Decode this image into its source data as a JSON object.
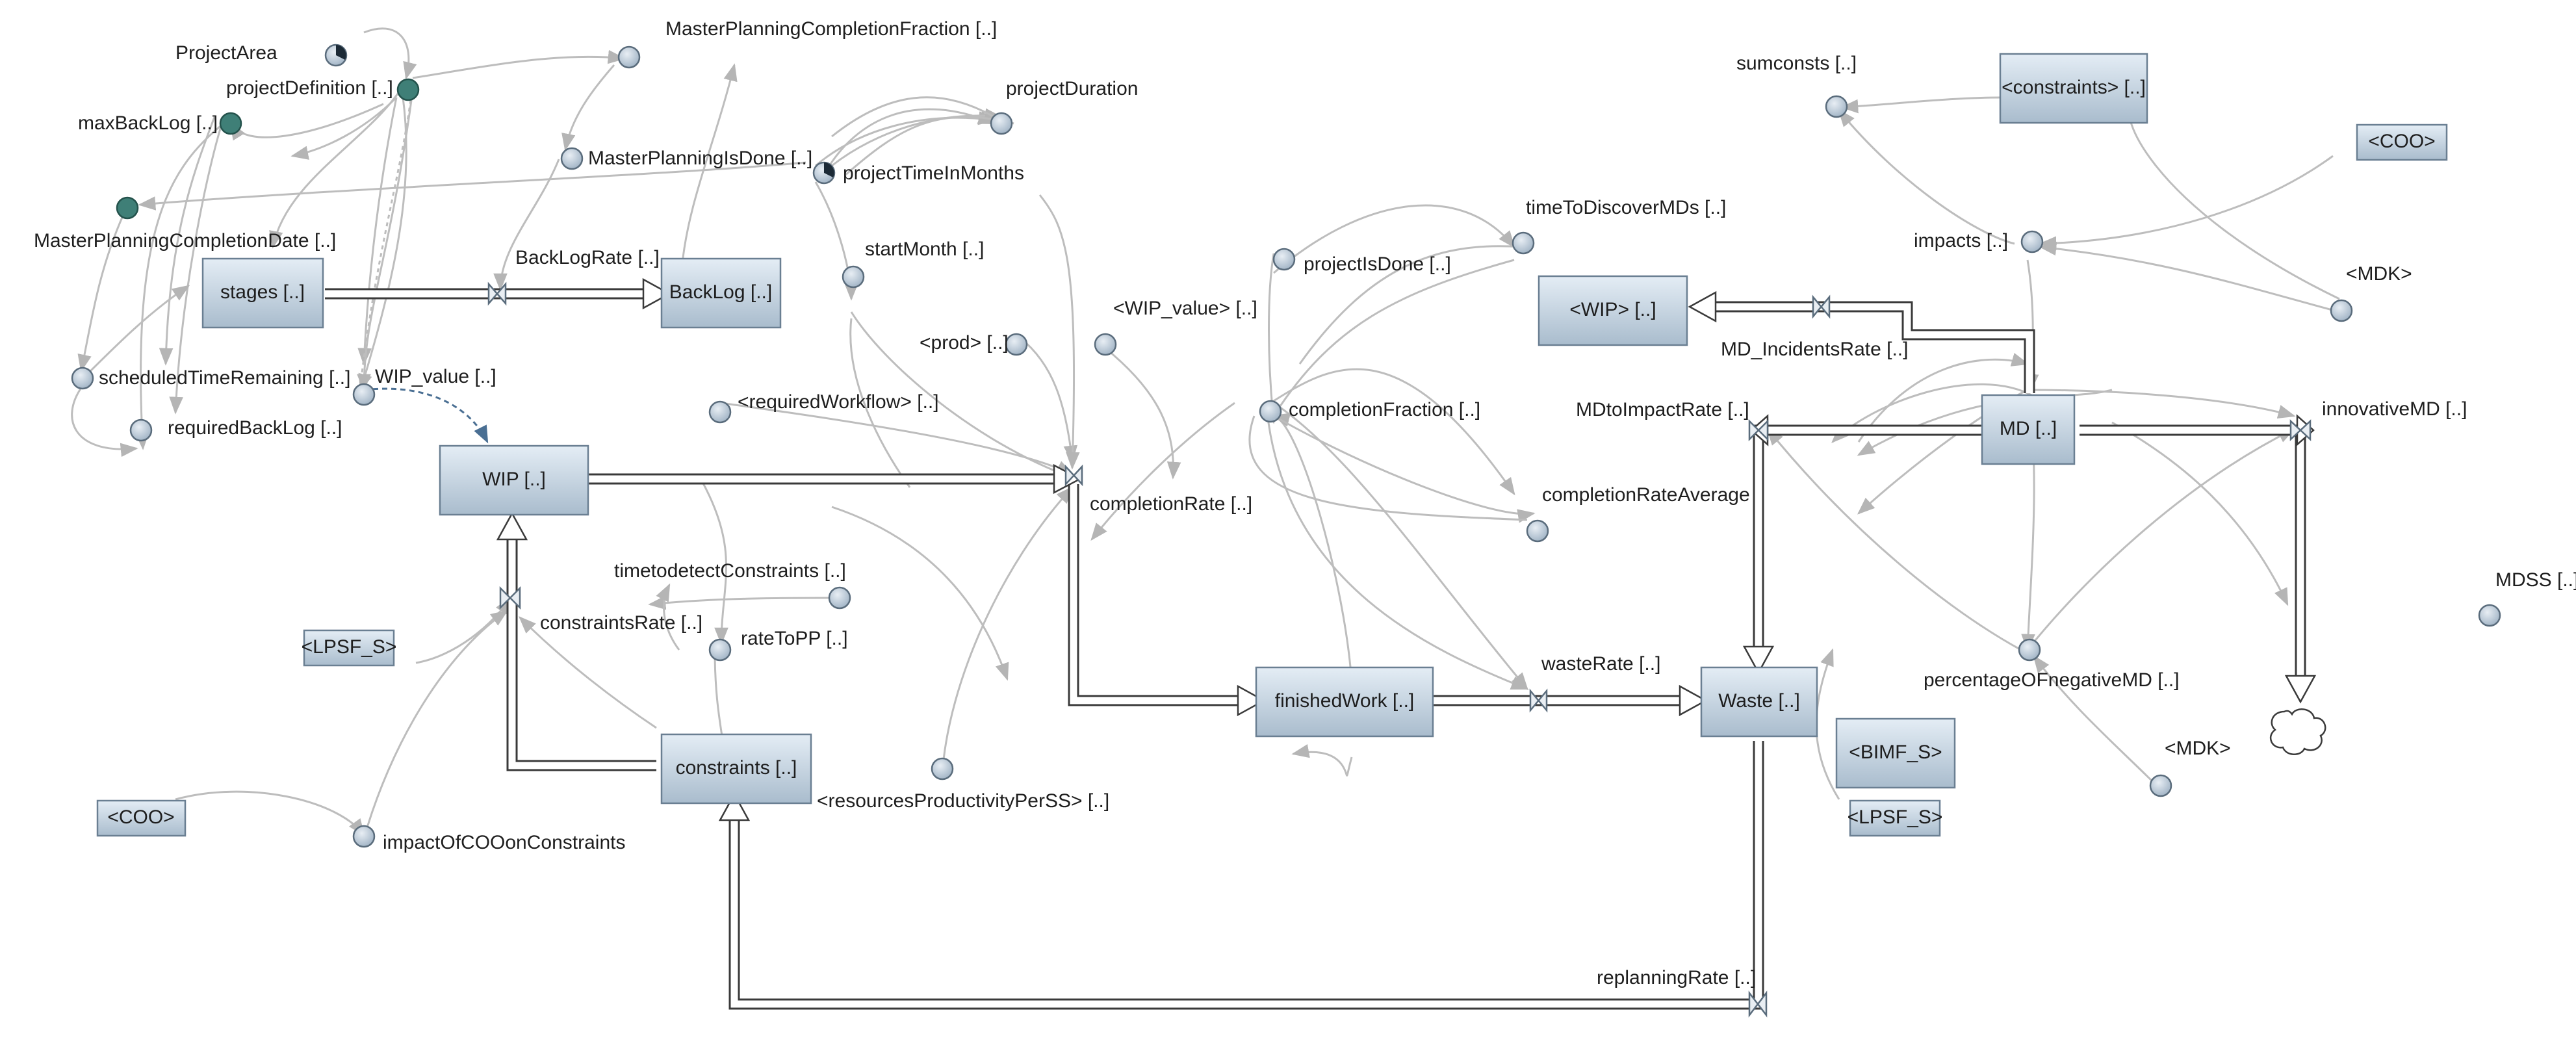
{
  "stocks": {
    "stages": "stages [..]",
    "backlog": "BackLog [..]",
    "wip": "WIP [..]",
    "constraints": "constraints [..]",
    "finished_work": "finishedWork [..]",
    "waste": "Waste [..]",
    "md": "MD [..]"
  },
  "shadow_stocks": {
    "constraints_ref": "<constraints> [..]",
    "coo_right": "<COO>",
    "wip_ref": "<WIP> [..]",
    "lpsf_left": "<LPSF_S>",
    "coo_left": "<COO>",
    "bimf": "<BIMF_S>",
    "lpsf_right": "<LPSF_S>"
  },
  "variables": {
    "project_area": "ProjectArea",
    "project_definition": "projectDefinition [..]",
    "max_backlog": "maxBackLog [..]",
    "mp_completion_date": "MasterPlanningCompletionDate [..]",
    "mp_completion_fraction": "MasterPlanningCompletionFraction [..]",
    "project_duration": "projectDuration",
    "mp_is_done": "MasterPlanningIsDone [..]",
    "project_time_months": "projectTimeInMonths",
    "start_month": "startMonth [..]",
    "backlog_rate": "BackLogRate [..]",
    "scheduled_time_remaining": "scheduledTimeRemaining [..]",
    "wip_value": "WIP_value [..]",
    "required_backlog": "requiredBackLog [..]",
    "required_workflow": "<requiredWorkflow> [..]",
    "prod": "<prod> [..]",
    "wip_value_ref": "<WIP_value> [..]",
    "project_is_done": "projectIsDone [..]",
    "time_to_discover_mds": "timeToDiscoverMDs [..]",
    "completion_fraction": "completionFraction [..]",
    "completion_rate": "completionRate [..]",
    "completion_rate_average": "completionRateAverage",
    "time_to_detect_constraints": "timetodetectConstraints [..]",
    "constraints_rate": "constraintsRate [..]",
    "rate_to_pp": "rateToPP [..]",
    "resources_productivity": "<resourcesProductivityPerSS> [..]",
    "impact_coo_constraints": "impactOfCOOonConstraints",
    "waste_rate": "wasteRate [..]",
    "replanning_rate": "replanningRate [..]",
    "sumconsts": "sumconsts [..]",
    "impacts": "impacts [..]",
    "mdk_top": "<MDK>",
    "md_incidents_rate": "MD_IncidentsRate [..]",
    "md_to_impact_rate": "MDtoImpactRate [..]",
    "innovative_md": "innovativeMD [..]",
    "mdss": "MDSS [..]",
    "percentage_negative_md": "percentageOFnegativeMD [..]",
    "mdk_bottom": "<MDK>"
  }
}
